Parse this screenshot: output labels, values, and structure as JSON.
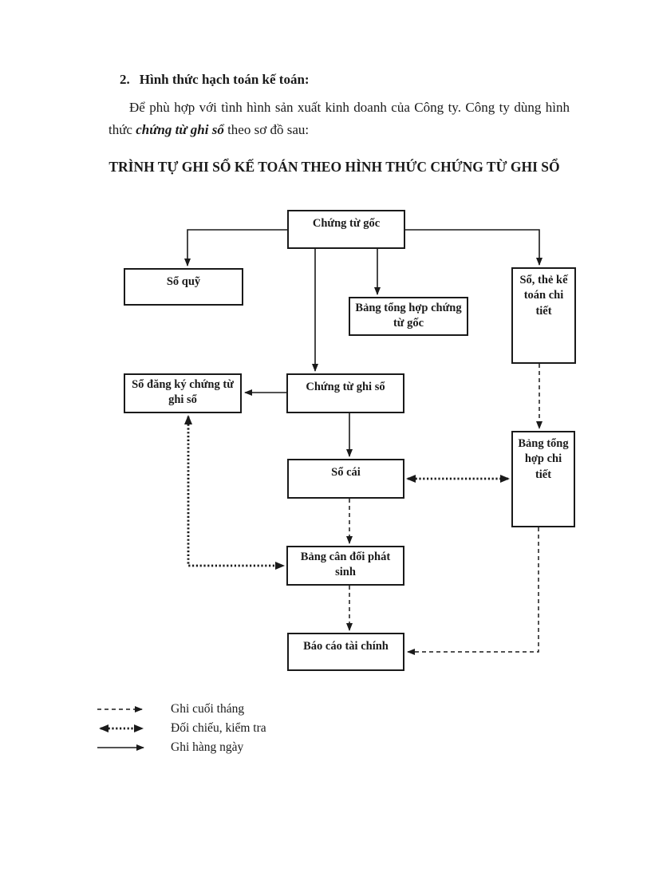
{
  "document": {
    "section_number": "2.",
    "section_heading": "Hình thức hạch toán kế toán:",
    "paragraph": {
      "part1": "Để phù hợp với tình hình sản xuất kinh doanh của Công ty. Công ty dùng hình thức ",
      "emphasis": "chứng từ ghi sổ",
      "part2": " theo sơ đồ sau:"
    },
    "diagram_title": "TRÌNH TỰ GHI SỔ KẾ TOÁN THEO HÌNH THỨC CHỨNG TỪ GHI SỔ"
  },
  "diagram": {
    "boxes": {
      "chung_tu_goc": "Chứng từ gốc",
      "so_quy": "Sổ quỹ",
      "bang_tong_hop_chung_tu_goc": "Bảng tổng hợp chứng từ gốc",
      "so_the_ke_toan_chi_tiet": "Sổ, thẻ kế toán chi tiết",
      "so_dang_ky_chung_tu_ghi_so": "Sổ đăng ký chứng từ ghi sổ",
      "chung_tu_ghi_so": "Chứng từ ghi sổ",
      "so_cai": "Sổ cái",
      "bang_tong_hop_chi_tiet": "Bảng tổng hợp chi tiết",
      "bang_can_doi_phat_sinh": "Bảng cân đối phát sinh",
      "bao_cao_tai_chinh": "Báo cáo tài chính"
    },
    "legend": {
      "items": [
        {
          "style": "dashed",
          "label": "Ghi cuối tháng"
        },
        {
          "style": "dotted-double",
          "label": "Đối chiếu, kiểm tra"
        },
        {
          "style": "solid",
          "label": "Ghi hàng ngày"
        }
      ]
    },
    "colors": {
      "line": "#1a1a1a",
      "background": "#ffffff",
      "text": "#1a1a1a"
    }
  }
}
